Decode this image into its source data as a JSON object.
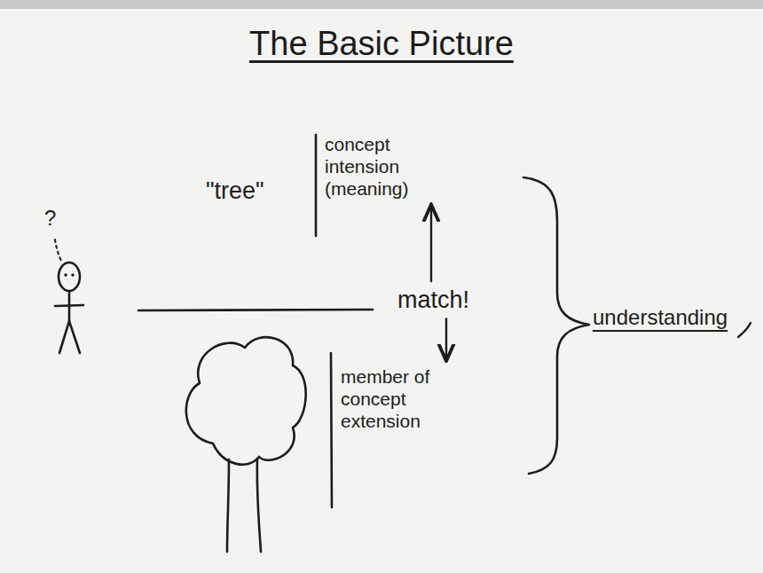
{
  "diagram": {
    "title": "The Basic Picture",
    "nodes": [
      {
        "text": [
          "concept intension (meaning)"
        ]
      },
      {
        "text": [
          "match!"
        ]
      },
      {
        "text": [
          "member of concept extension"
        ]
      }
    ],
    "edges": [
      {
        "from": 1,
        "to": 0,
        "arrow": "to"
      },
      {
        "from": 1,
        "to": 2,
        "arrow": "to"
      }
    ],
    "labels": [
      "?",
      "\"tree\"",
      "understanding"
    ]
  }
}
